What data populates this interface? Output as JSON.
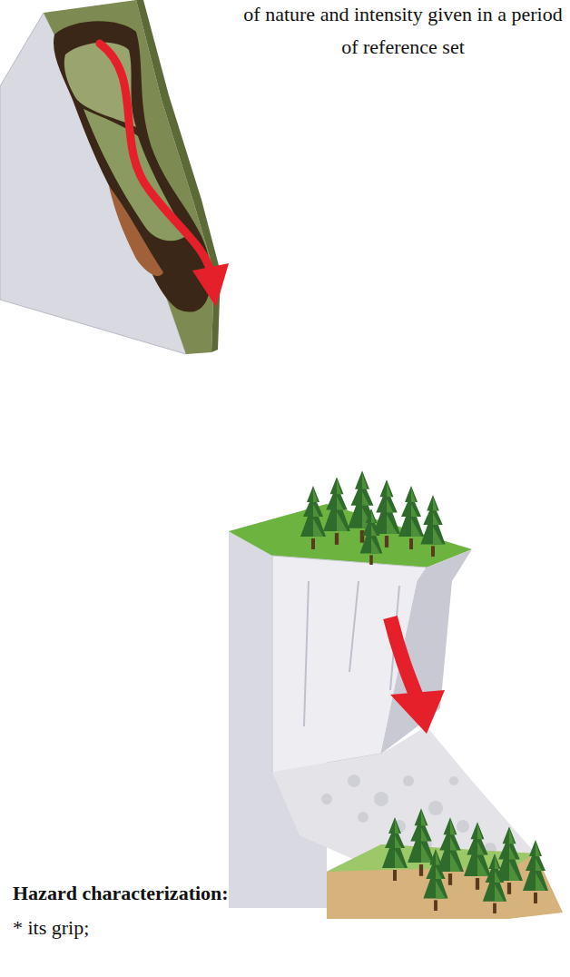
{
  "diagram": {
    "labels": [
      "of nature and intensity given in a period of reference set",
      "Hazard characterization:",
      "* its grip;"
    ]
  }
}
